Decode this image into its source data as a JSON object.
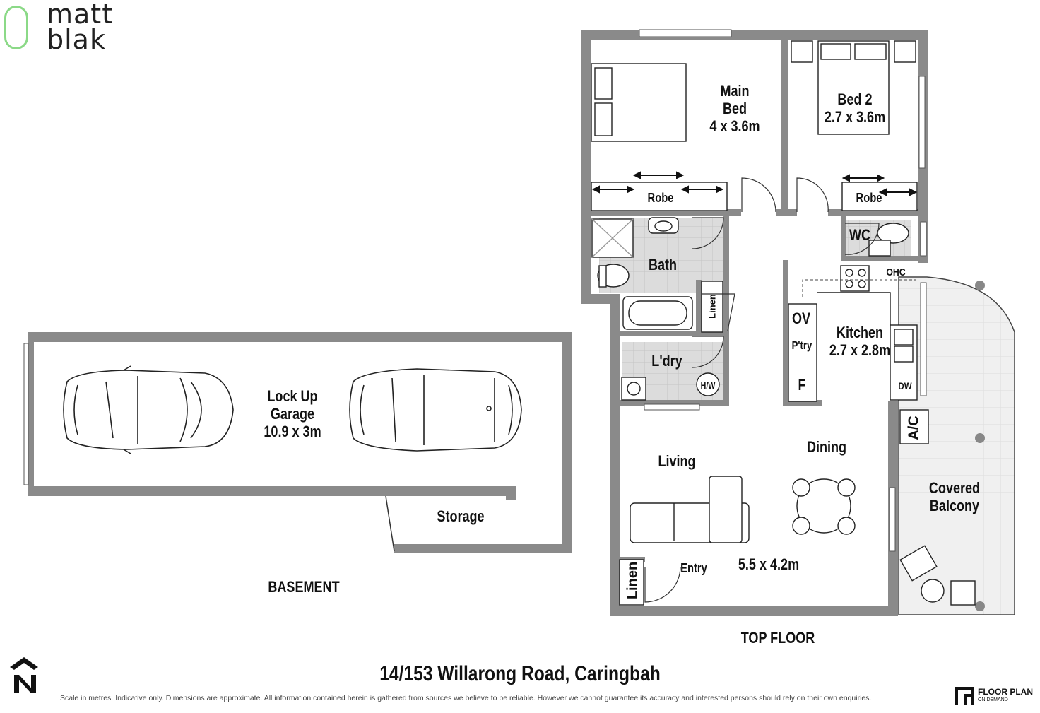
{
  "brand": {
    "line1": "matt",
    "line2": "blak",
    "accent": "#8bd987"
  },
  "rooms": {
    "main_bed": "Main\nBed\n4 x 3.6m",
    "bed2": "Bed 2\n2.7 x 3.6m",
    "robe1": "Robe",
    "robe2": "Robe",
    "wc": "WC",
    "ohc": "OHC",
    "bath": "Bath",
    "linen_bath": "Linen",
    "kitchen": "Kitchen\n2.7 x 2.8m",
    "ov": "OV",
    "pantry": "P'try",
    "fridge": "F",
    "laundry": "L'dry",
    "hw": "H/W",
    "dw": "DW",
    "ac": "A/C",
    "living": "Living",
    "dining": "Dining",
    "living_dims": "5.5 x 4.2m",
    "entry": "Entry",
    "linen_entry": "Linen",
    "balcony": "Covered\nBalcony",
    "garage": "Lock Up\nGarage\n10.9 x 3m",
    "storage": "Storage"
  },
  "levels": {
    "basement": "BASEMENT",
    "top_floor": "TOP FLOOR"
  },
  "address": "14/153 Willarong Road, Caringbah",
  "disclaimer": "Scale in metres. Indicative only. Dimensions are approximate. All information contained herein is gathered from sources we believe to be reliable. However we cannot guarantee its accuracy and interested persons should rely on their own enquiries.",
  "footer_brand": {
    "name": "FLOOR PLAN",
    "sub": "ON DEMAND"
  },
  "compass": {
    "label": "N",
    "icon": "north-arrow-icon"
  },
  "colors": {
    "wall": "#8a8a8a",
    "tile": "#d9d9d9",
    "balcony": "#eeeeee"
  }
}
